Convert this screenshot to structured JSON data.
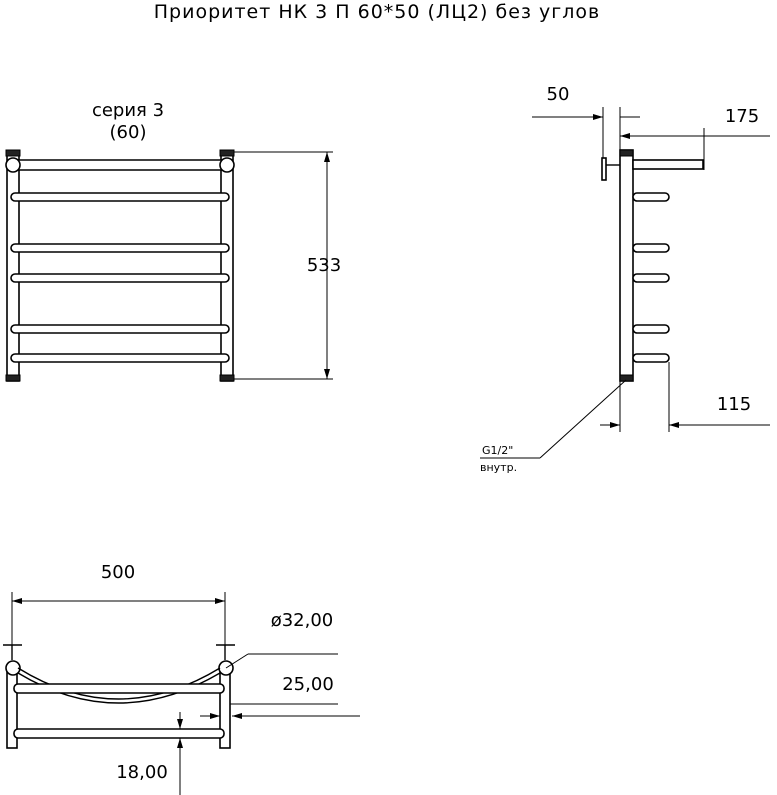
{
  "title": "Приоритет НК 3 П 60*50 (ЛЦ2) без углов",
  "front_view": {
    "series_line1": "серия 3",
    "series_line2": "(60)",
    "height_dim": "533"
  },
  "side_view": {
    "offset_dim": "50",
    "depth_dim": "175",
    "shelf_dim": "115",
    "thread_label": "G1/2\"",
    "thread_type": "внутр."
  },
  "top_view": {
    "width_dim": "500",
    "diameter_dim": "ø32,00",
    "pipe_dim": "25,00",
    "bar_dim": "18,00"
  }
}
